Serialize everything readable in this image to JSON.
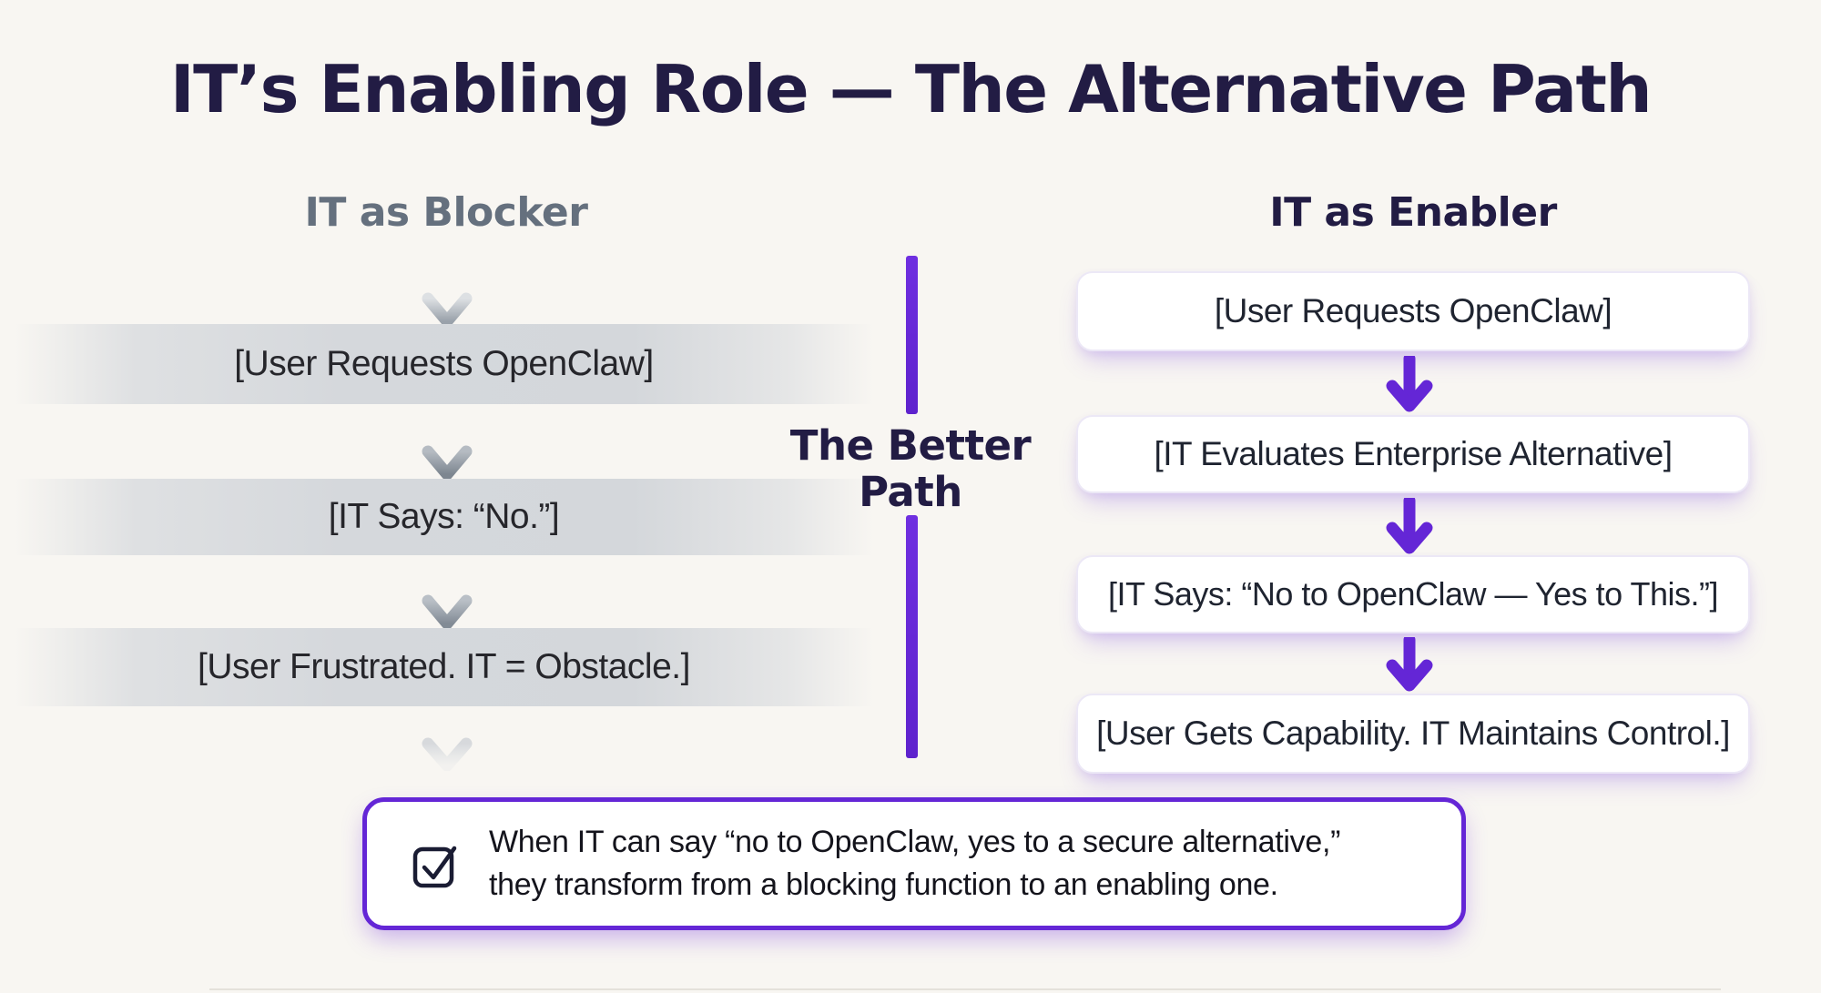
{
  "title": "IT’s Enabling Role — The Alternative Path",
  "blocker": {
    "header": "IT as Blocker",
    "steps": [
      "[User Requests OpenClaw]",
      "[IT Says: “No.”]",
      "[User Frustrated. IT = Obstacle.]"
    ]
  },
  "better_path": {
    "line1": "The Better",
    "line2": "Path"
  },
  "enabler": {
    "header": "IT as Enabler",
    "steps": [
      "[User Requests OpenClaw]",
      "[IT Evaluates Enterprise Alternative]",
      "[IT Says: “No to OpenClaw — Yes to This.”]",
      "[User Gets Capability. IT Maintains Control.]"
    ]
  },
  "callout": {
    "icon": "checkbox-check-icon",
    "line1": "When IT can say “no to OpenClaw, yes to a secure alternative,”",
    "line2": "they transform from a blocking function to an enabling one."
  },
  "colors": {
    "accent_purple": "#6426d6",
    "navy": "#221c44",
    "blocker_gray": "#65707e",
    "bar_gray": "#d5d8dc",
    "background": "#f8f6f2"
  }
}
